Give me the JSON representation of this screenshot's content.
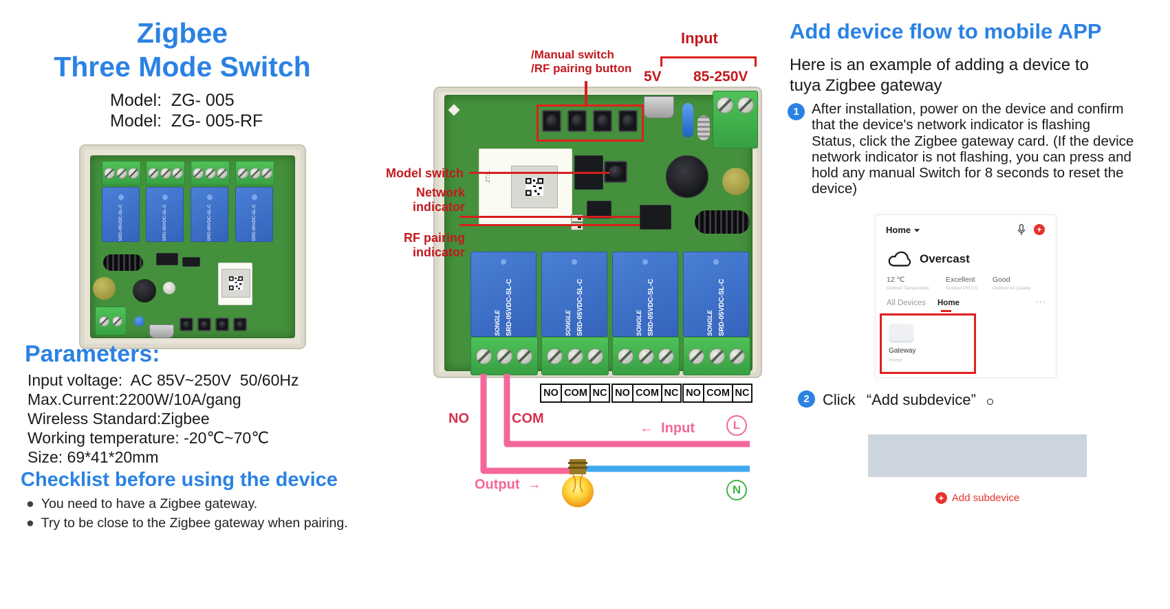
{
  "colors": {
    "accent_blue": "#2b82e3",
    "annotation_red": "#c2191e",
    "highlight_red": "#e0201c",
    "wire_pink": "#f4679b",
    "wire_blue": "#41a8f0",
    "neutral_green": "#41b649",
    "app_red": "#e5332d",
    "pcb_green": "#44903c",
    "relay_blue": "#3a6cc8",
    "terminal_green": "#3fae49"
  },
  "left": {
    "title_line1": "Zigbee",
    "title_line2": "Three Mode Switch",
    "models": [
      "Model:  ZG- 005",
      "Model:  ZG- 005-RF"
    ],
    "params_heading": "Parameters:",
    "params": [
      "Input voltage:  AC 85V~250V  50/60Hz",
      "Max.Current:2200W/10A/gang",
      "Wireless Standard:Zigbee",
      "Working temperature: -20℃~70℃",
      "Size: 69*41*20mm"
    ],
    "checklist_heading": "Checklist before using the device",
    "checklist": [
      "You need to have a Zigbee gateway.",
      "Try to be close to the Zigbee gateway when pairing."
    ]
  },
  "diagram": {
    "manual_switch_label_1": "/Manual switch",
    "manual_switch_label_2": "/RF pairing button",
    "input_label": "Input",
    "input_5v": "5V",
    "input_85_250v": "85-250V",
    "model_switch_label": "Model switch",
    "network_indicator_label_1": "Network",
    "network_indicator_label_2": "indicator",
    "rf_indicator_label_1": "RF pairing",
    "rf_indicator_label_2": "indicator",
    "terminal_cells": [
      "NO",
      "COM",
      "NC",
      "NO",
      "COM",
      "NC",
      "NO",
      "COM",
      "NC"
    ],
    "wire_no": "NO",
    "wire_com": "COM",
    "wire_input": "←  Input",
    "wire_output": "Output  →",
    "live": "L",
    "neutral": "N",
    "relay_model": "SRD-05VDC-SL-C",
    "relay_brand": "SONGLE",
    "module_text": "ZT3L"
  },
  "app_flow": {
    "heading": "Add device flow to mobile APP",
    "intro_line1": "Here is an example of adding a device to",
    "intro_line2": "tuya Zigbee gateway",
    "steps": [
      {
        "num": "1",
        "text": "After installation, power on the device and confirm that the device's network indicator is flashing Status, click the Zigbee gateway card. (If the device network indicator is not flashing, you can press and hold any manual Switch for 8 seconds to reset the device)"
      },
      {
        "num": "2",
        "text_prefix": "Click",
        "text_quoted": "“Add subdevice”"
      }
    ],
    "screenshot": {
      "home_label": "Home",
      "weather": "Overcast",
      "stats": [
        {
          "value": "12 ℃",
          "label": "Outdoor Temperature"
        },
        {
          "value": "Excellent",
          "label": "Outdoor PM 2.5"
        },
        {
          "value": "Good",
          "label": "Outdoor Air Quality"
        }
      ],
      "tab_all_devices": "All Devices",
      "tab_home": "Home",
      "more_dots": "···",
      "gateway_name": "Gateway",
      "gateway_room": "Home"
    },
    "add_subdevice_label": "Add subdevice"
  }
}
